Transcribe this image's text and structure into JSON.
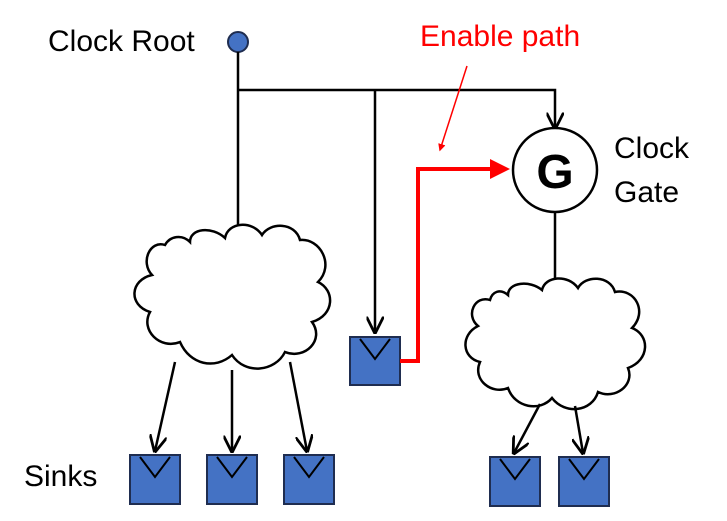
{
  "labels": {
    "clock_root": "Clock Root",
    "enable_path": "Enable path",
    "gate_symbol": "G",
    "clock_gate_line1": "Clock",
    "clock_gate_line2": "Gate",
    "sinks": "Sinks"
  },
  "colors": {
    "wire": "#000000",
    "enable": "#ff0000",
    "register_fill": "#4472c4",
    "register_stroke": "#1f2d50",
    "root_fill": "#4472c4"
  },
  "icons": {
    "register": "flip-flop-register-icon",
    "cloud": "clock-tree-cloud-icon",
    "gate": "clock-gate-circle-icon"
  }
}
